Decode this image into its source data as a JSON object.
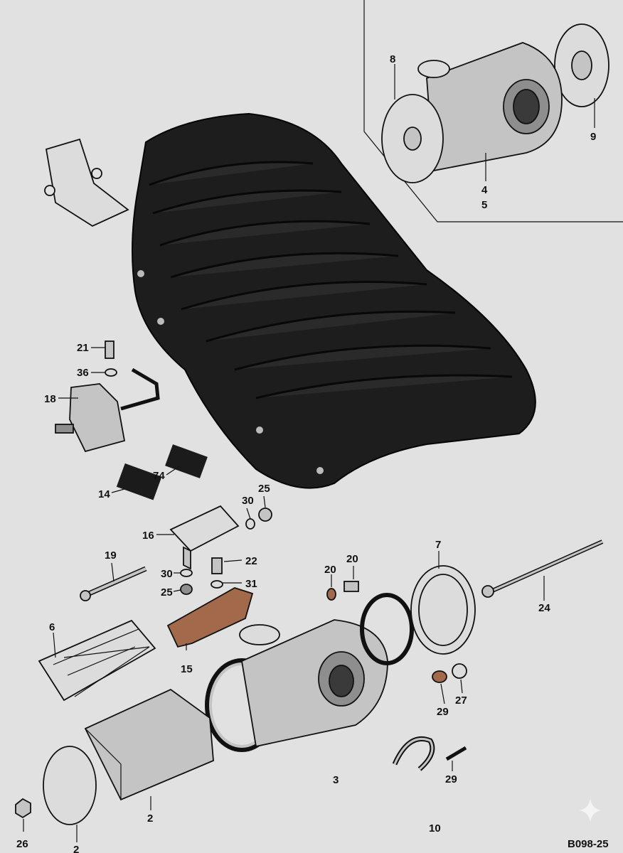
{
  "diagram": {
    "code": "B098-25",
    "callouts": {
      "c8": "8",
      "c9": "9",
      "c4": "4",
      "c5": "5",
      "c21": "21",
      "c36": "36",
      "c18": "18",
      "c14": "14",
      "c74": "74",
      "c30a": "30",
      "c25a": "25",
      "c16": "16",
      "c19": "19",
      "c22": "22",
      "c30b": "30",
      "c25b": "25",
      "c31": "31",
      "c15": "15",
      "c6": "6",
      "c20a": "20",
      "c20b": "20",
      "c7": "7",
      "c24": "24",
      "c29a": "29",
      "c27": "27",
      "c29b": "29",
      "c3": "3",
      "c2a": "2",
      "c2b": "2",
      "c26": "26",
      "c10": "10"
    }
  }
}
